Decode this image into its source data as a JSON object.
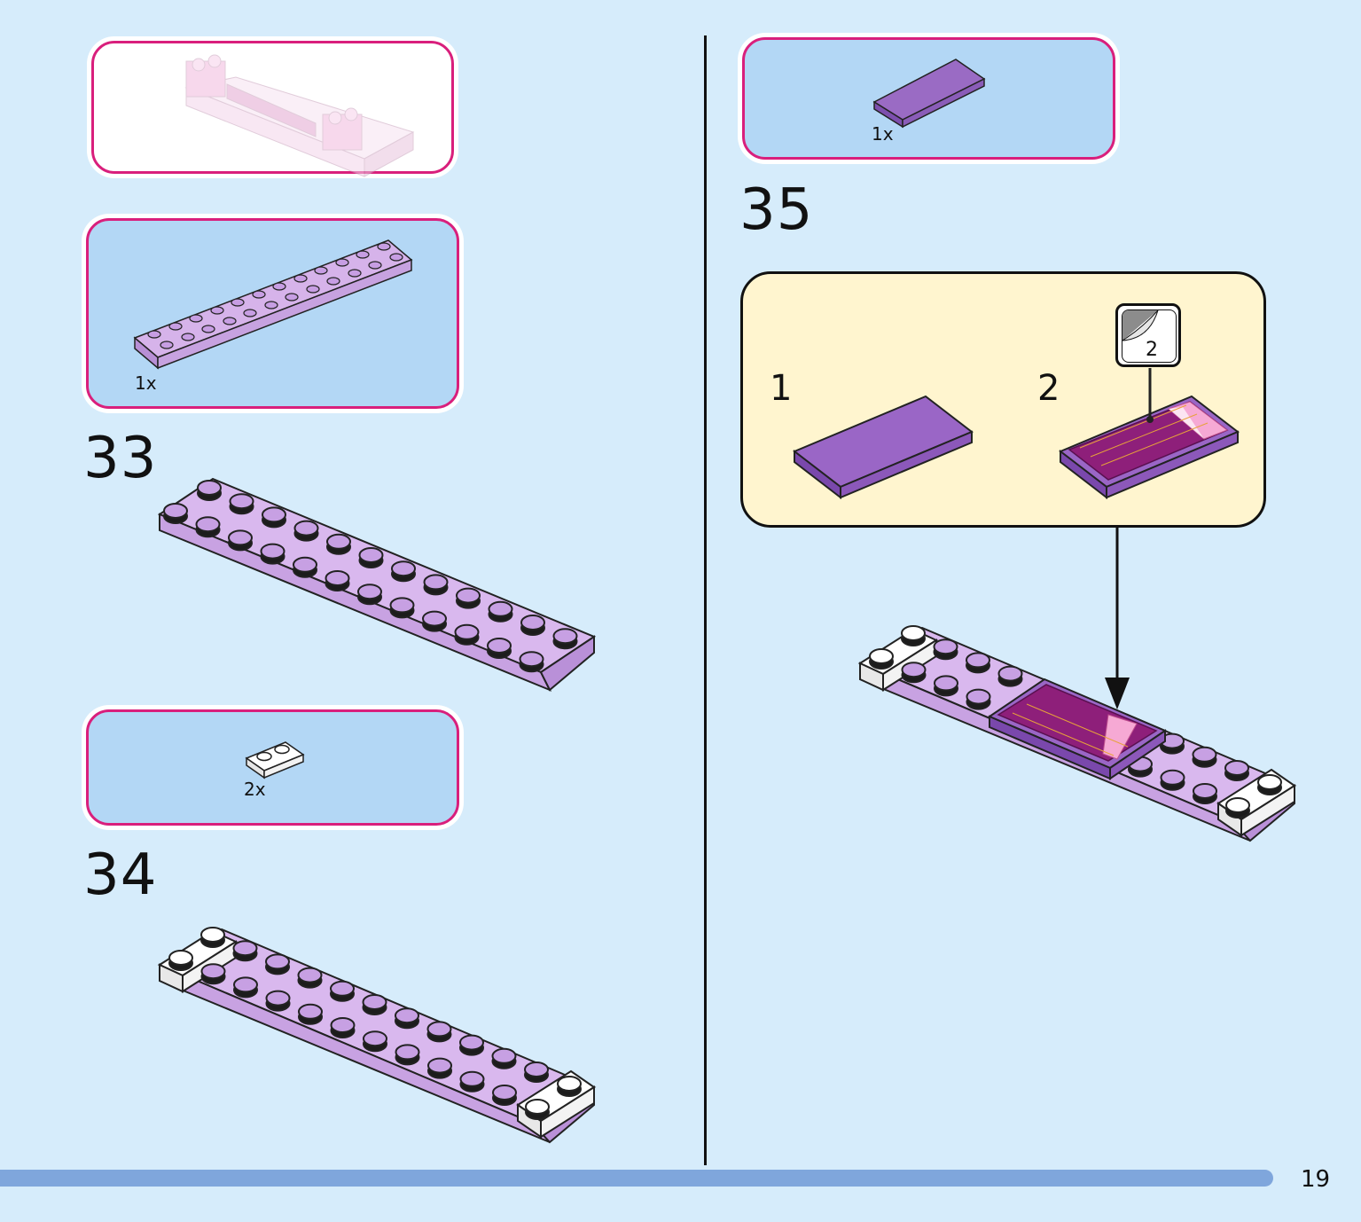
{
  "page": {
    "number": "19",
    "colors": {
      "background": "#d6ecfb",
      "panel_border": "#d91f7c",
      "panel_fill": "#b3d7f5",
      "footer_bar": "#7fa6dc",
      "callout_fill": "#fff5cf"
    }
  },
  "left_column": {
    "preview_panel": {
      "icon": "assembly-preview-icon"
    },
    "parts_33": {
      "quantity": "1x",
      "part": "lavender-plate-2x12"
    },
    "step_33": {
      "number": "33"
    },
    "parts_34": {
      "quantity": "2x",
      "part": "white-plate-1x2"
    },
    "step_34": {
      "number": "34"
    }
  },
  "right_column": {
    "parts_35": {
      "quantity": "1x",
      "part": "lavender-tile-2x4"
    },
    "step_35": {
      "number": "35"
    },
    "callout": {
      "substep_1": "1",
      "substep_2": "2",
      "sticker_number": "2"
    }
  }
}
